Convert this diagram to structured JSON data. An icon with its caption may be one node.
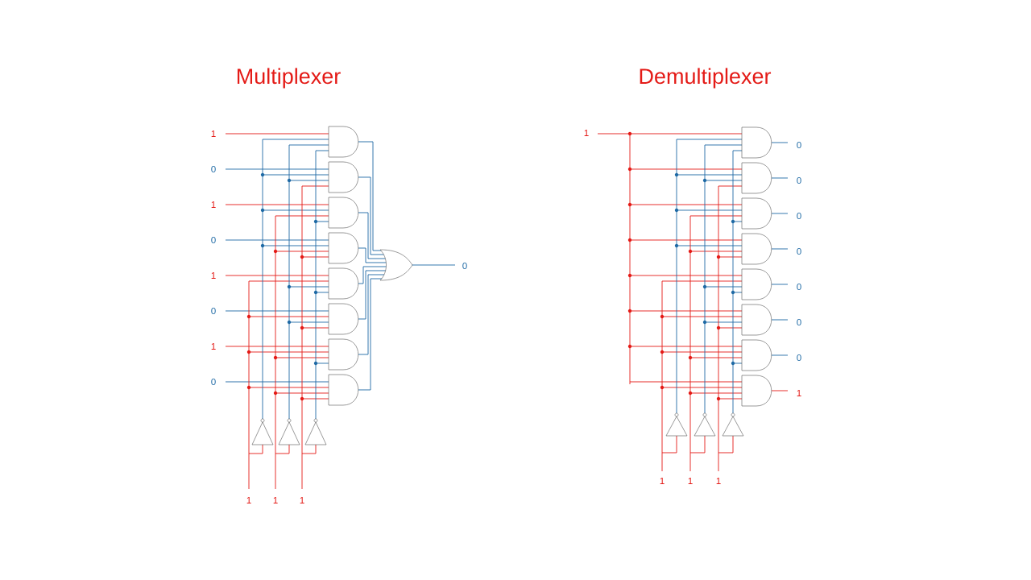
{
  "diagram": {
    "labels": [
      "Multiplexer",
      "Demultiplexer",
      "1",
      "0",
      "1",
      "0",
      "1",
      "0",
      "1",
      "0",
      "0",
      "1",
      "1",
      "1",
      "1",
      "0",
      "0",
      "0",
      "0",
      "0",
      "0",
      "0",
      "1",
      "1",
      "1",
      "1"
    ]
  }
}
